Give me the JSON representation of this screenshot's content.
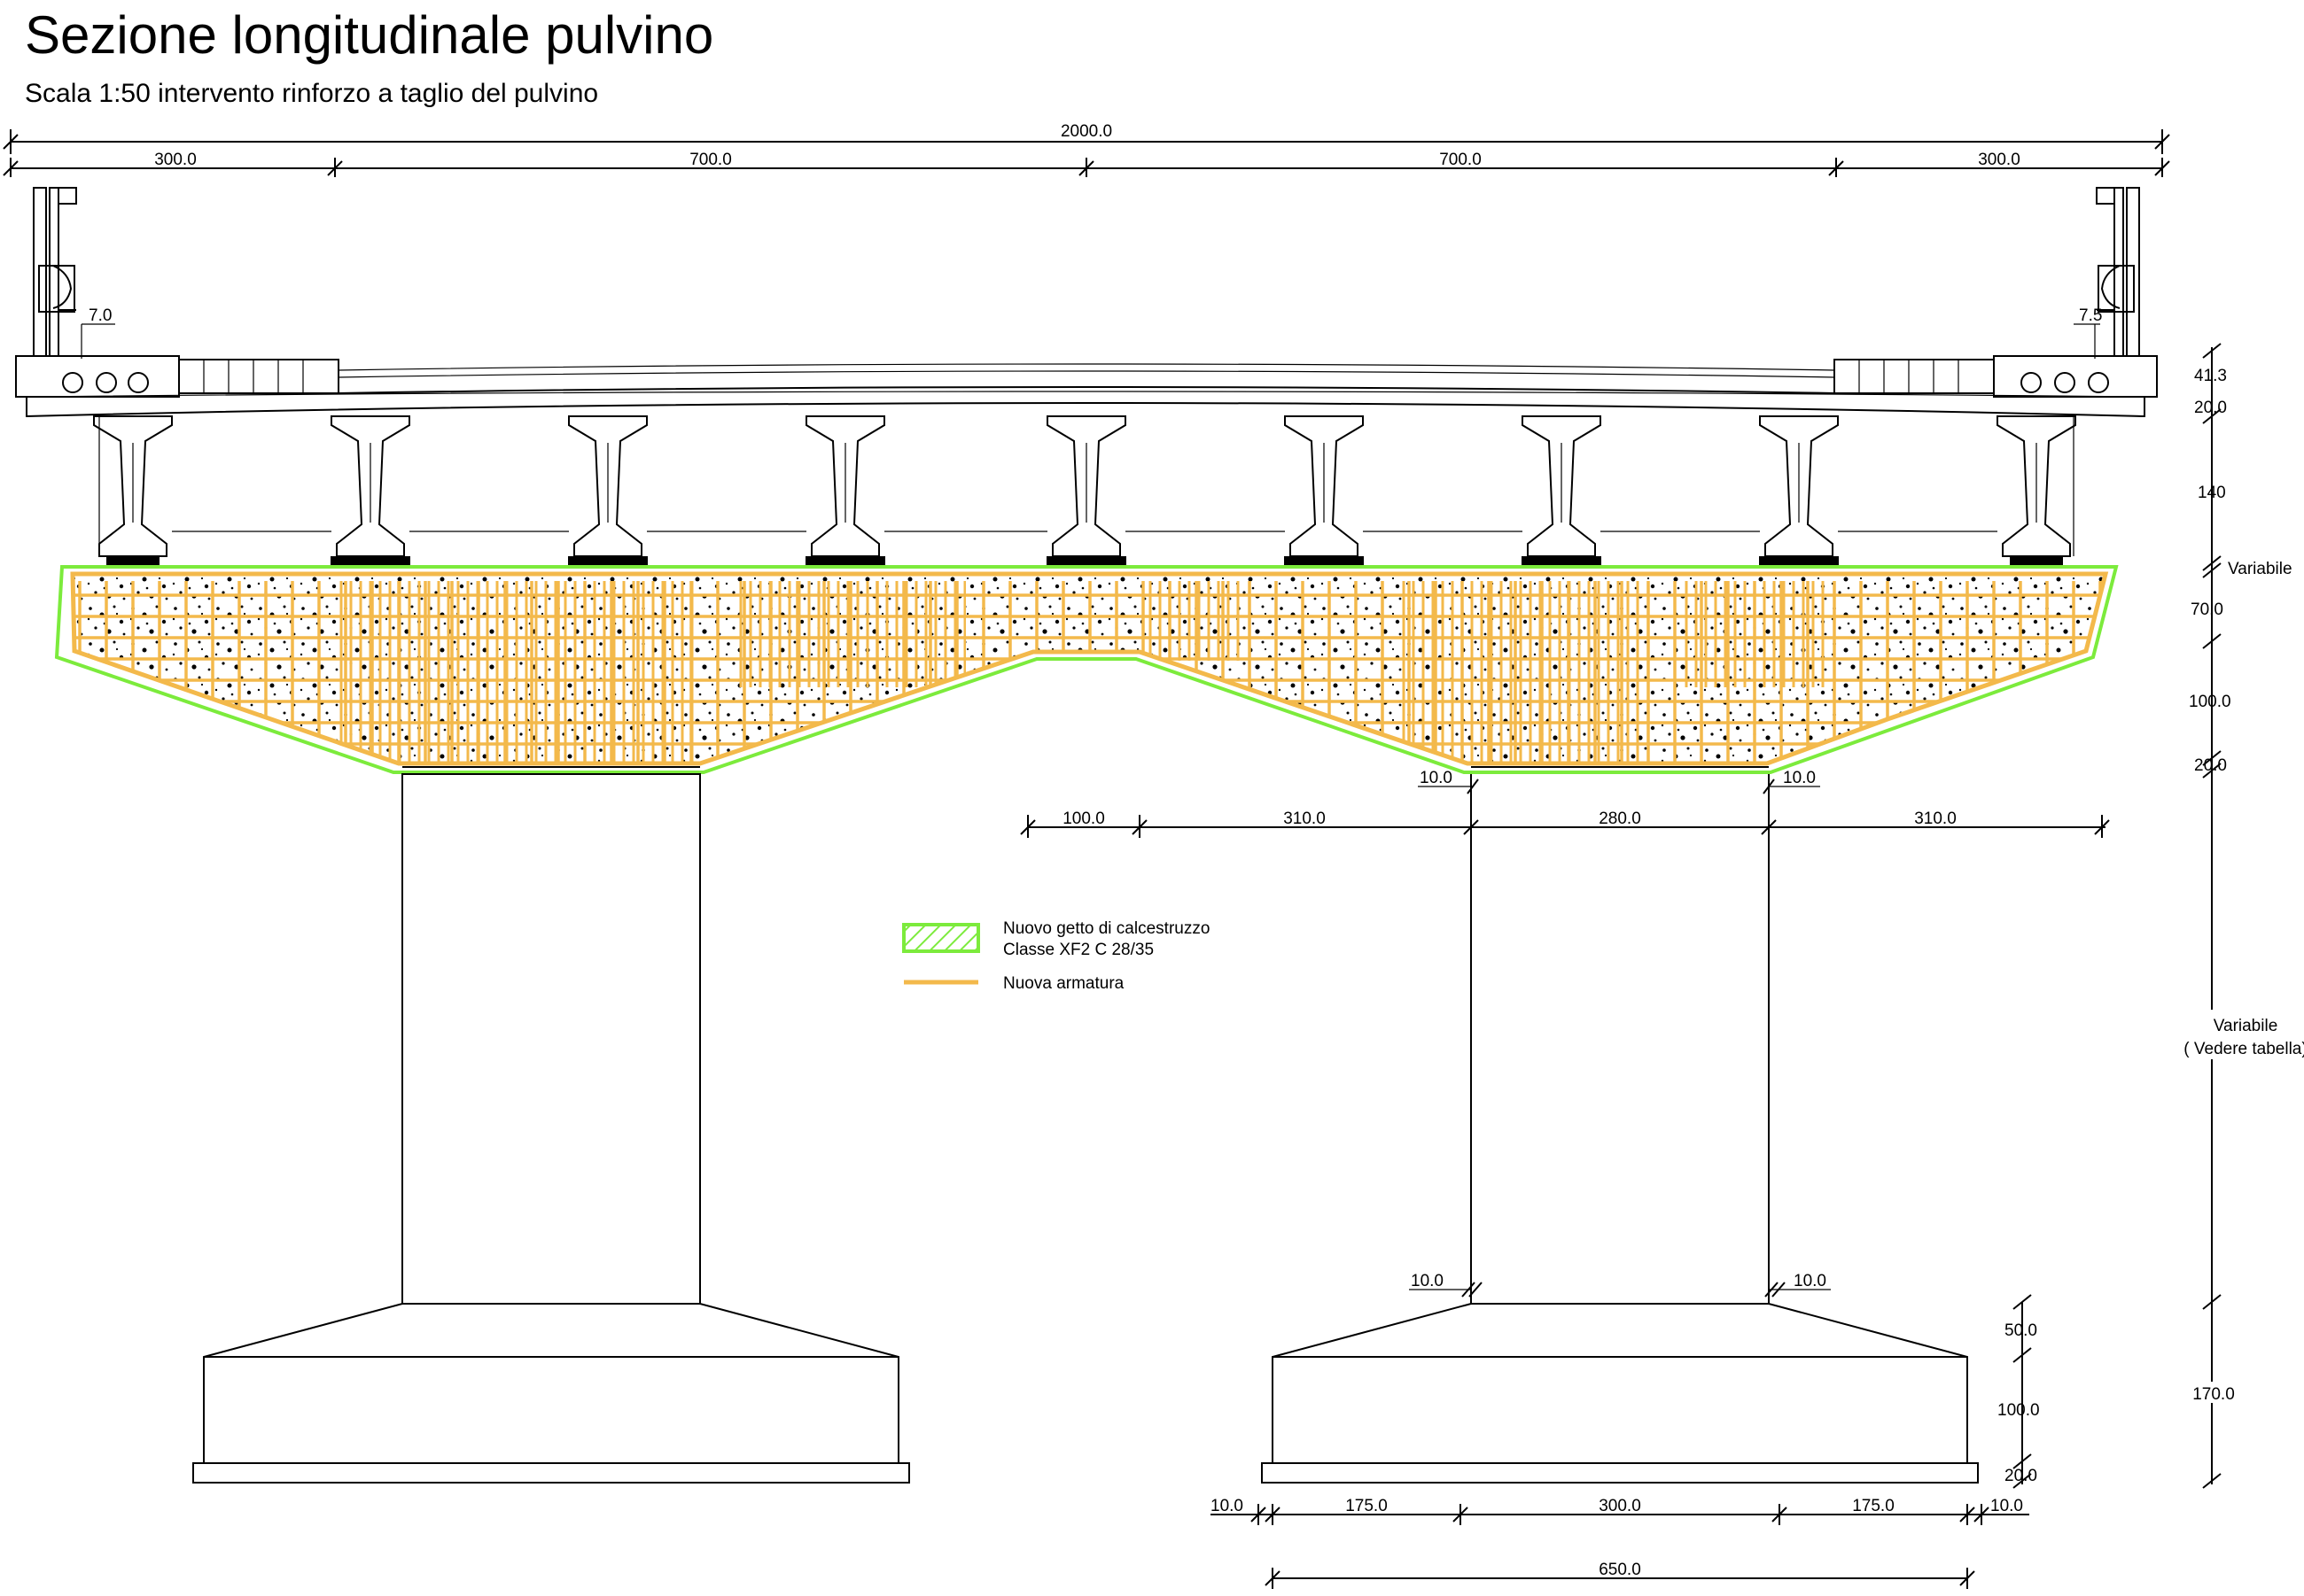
{
  "title": "Sezione longitudinale pulvino",
  "subtitle": "Scala 1:50 intervento rinforzo a taglio del pulvino",
  "colors": {
    "new_concrete_outline": "#7CEB3C",
    "new_rebar": "#F3B94B",
    "line": "#000000"
  },
  "dimensions": {
    "top_total": "2000.0",
    "top_segments": [
      "300.0",
      "700.0",
      "700.0",
      "300.0"
    ],
    "left_small": "7.0",
    "right_small": "7.5",
    "right_column": [
      "41.3",
      "20.0",
      "140",
      "Variabile",
      "70.0",
      "100.0",
      "20.0"
    ],
    "pier_offsets_top": [
      "10.0",
      "10.0"
    ],
    "cap_mid_row": [
      "100.0",
      "310.0",
      "280.0",
      "310.0"
    ],
    "pier_height_line1": "Variabile",
    "pier_height_line2": "( Vedere tabella)",
    "pier_offsets_bottom": [
      "10.0",
      "10.0"
    ],
    "footing_right": [
      "50.0",
      "100.0",
      "20.0"
    ],
    "footing_total_right": "170.0",
    "footing_bottom_row": [
      "10.0",
      "175.0",
      "300.0",
      "175.0",
      "10.0"
    ],
    "footing_total": "650.0"
  },
  "legend": {
    "concrete_label_line1": "Nuovo getto di calcestruzzo",
    "concrete_label_line2": "Classe XF2 C 28/35",
    "rebar_label": "Nuova armatura",
    "hatch_icon": "green-hatch-swatch-icon",
    "rebar_icon": "orange-line-swatch-icon"
  }
}
